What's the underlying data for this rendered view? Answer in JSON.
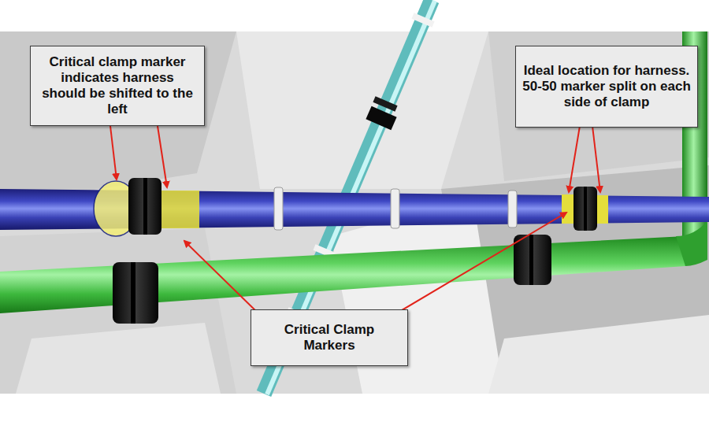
{
  "diagram": {
    "nodes": [
      {
        "text": [
          "Critical clamp marker indicates harness should be shifted to the left"
        ]
      },
      {
        "text": [
          "Ideal location for harness.",
          "50-50 marker split on each side of clamp"
        ]
      },
      {
        "text": [
          "Critical Clamp Markers"
        ]
      }
    ]
  }
}
